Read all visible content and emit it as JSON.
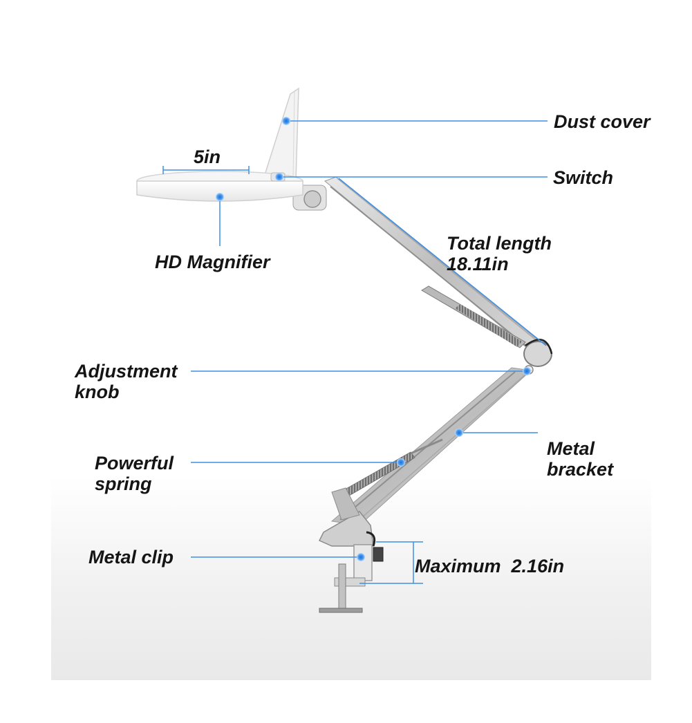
{
  "labels": {
    "dust_cover": "Dust cover",
    "switch": "Switch",
    "lens_width": "5in",
    "hd_magnifier": "HD Magnifier",
    "total_length_line1": "Total length",
    "total_length_line2": "18.11in",
    "adjustment_knob_line1": "Adjustment",
    "adjustment_knob_line2": "knob",
    "metal_bracket_line1": "Metal",
    "metal_bracket_line2": "bracket",
    "powerful_spring_line1": "Powerful",
    "powerful_spring_line2": "spring",
    "metal_clip": "Metal clip",
    "clip_opening": "Maximum  2.16in"
  },
  "colors": {
    "callout_line": "#3d8fe6",
    "callout_dot": "#2a7fe0",
    "label_text": "#151515",
    "metal": "#c9c9c9",
    "lamp_white": "#fafafa",
    "floor_shade": "#ececec"
  }
}
